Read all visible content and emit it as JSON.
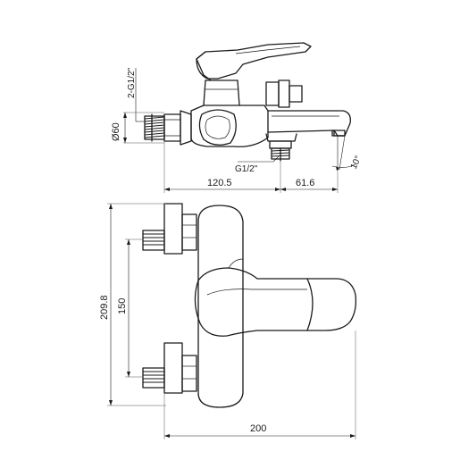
{
  "side_view": {
    "inlet_thread": "2-G1/2\"",
    "body_diameter": "Ø60",
    "outlet_thread": "G1/2\"",
    "spout_angle": "10°",
    "length_to_outlet": "120.5",
    "outlet_to_tip": "61.6"
  },
  "front_view": {
    "total_height": "209.8",
    "inlet_spacing": "150",
    "total_width": "200"
  }
}
